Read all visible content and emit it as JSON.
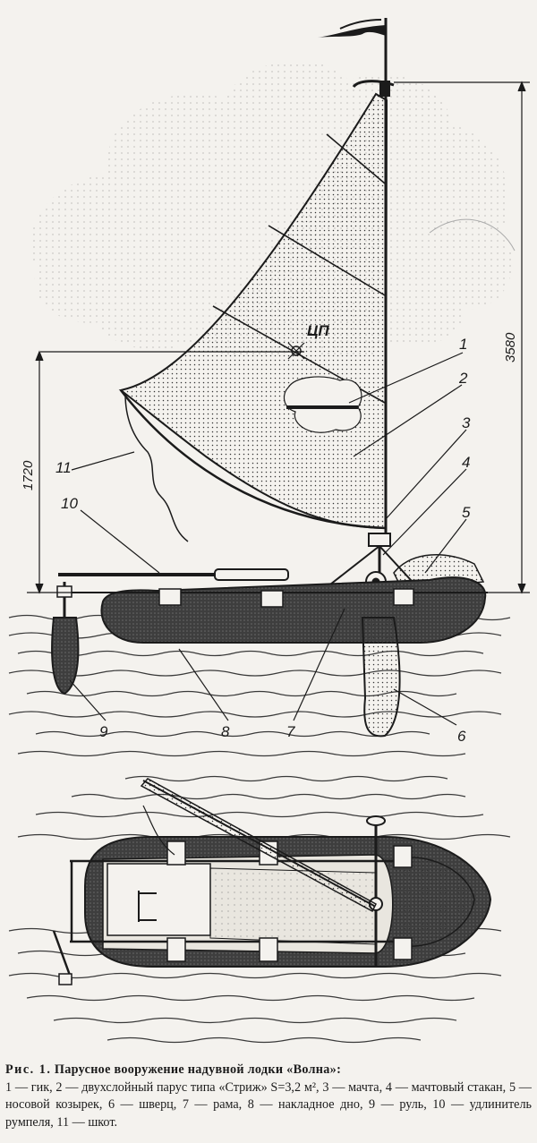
{
  "figure": {
    "center_of_pressure": "ЦП",
    "dimensions": {
      "mast_height": "3580",
      "boom_height": "1720"
    },
    "callouts": [
      "1",
      "2",
      "3",
      "4",
      "5",
      "6",
      "7",
      "8",
      "9",
      "10",
      "11"
    ]
  },
  "caption": {
    "lead": "Рис. 1.",
    "title": "Парусное вооружение надувной лодки «Волна»:",
    "body": "1 — гик, 2 — двухслойный парус типа «Стриж» S=3,2 м², 3 — мачта, 4 — мачтовый стакан, 5 — носовой козырек, 6 — шверц, 7 — рама, 8 — накладное дно, 9 — руль, 10 — удлинитель румпеля, 11 — шкот."
  }
}
